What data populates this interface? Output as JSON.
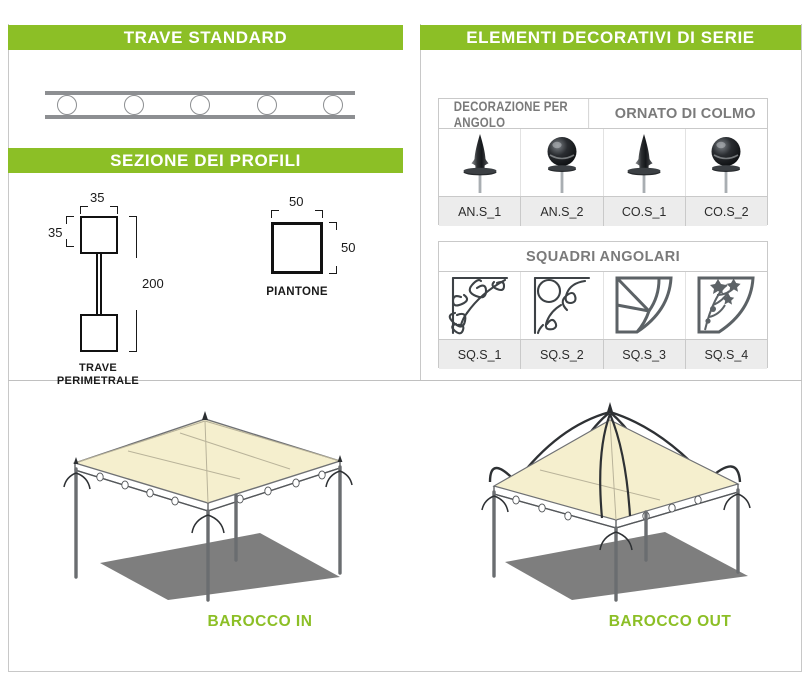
{
  "colors": {
    "accent_green": "#8CBF26",
    "header_text": "#FFFFFF",
    "table_header_gray": "#7A7A7A",
    "code_row_bg": "#ECECEC",
    "canvas_cream": "#F5EFCE",
    "frame_metal": "#8D8F92",
    "ground_gray": "#7E7E7E"
  },
  "panels": {
    "beam_header": "TRAVE STANDARD",
    "decor_header": "ELEMENTI DECORATIVI DI SERIE",
    "section_header": "SEZIONE DEI PROFILI"
  },
  "beam_standard": {
    "hole_count": 5,
    "icon": "beam-profile-icon"
  },
  "profiles": [
    {
      "name": "TRAVE",
      "name_line2": "PERIMETRALE",
      "width": "35",
      "height_top": "35",
      "overall": "200",
      "icon": "i-beam-section-icon"
    },
    {
      "name": "PIANTONE",
      "width": "50",
      "height_top": "50",
      "icon": "square-tube-section-icon"
    }
  ],
  "decor_table": {
    "headers": [
      "DECORAZIONE PER ANGOLO",
      "ORNATO DI COLMO"
    ],
    "items": [
      {
        "code": "AN.S_1",
        "icon": "spire-finial-icon"
      },
      {
        "code": "AN.S_2",
        "icon": "sphere-finial-icon"
      },
      {
        "code": "CO.S_1",
        "icon": "spire-finial-icon"
      },
      {
        "code": "CO.S_2",
        "icon": "sphere-finial-icon"
      }
    ]
  },
  "squadri_table": {
    "title": "SQUADRI ANGOLARI",
    "items": [
      {
        "code": "SQ.S_1",
        "icon": "scroll-bracket-icon"
      },
      {
        "code": "SQ.S_2",
        "icon": "spiral-bracket-icon"
      },
      {
        "code": "SQ.S_3",
        "icon": "web-bracket-icon"
      },
      {
        "code": "SQ.S_4",
        "icon": "floral-bracket-icon"
      }
    ]
  },
  "renders": [
    {
      "caption": "BAROCCO IN",
      "icon": "gazebo-pyramid-roof-icon"
    },
    {
      "caption": "BAROCCO OUT",
      "icon": "gazebo-arched-roof-icon"
    }
  ]
}
